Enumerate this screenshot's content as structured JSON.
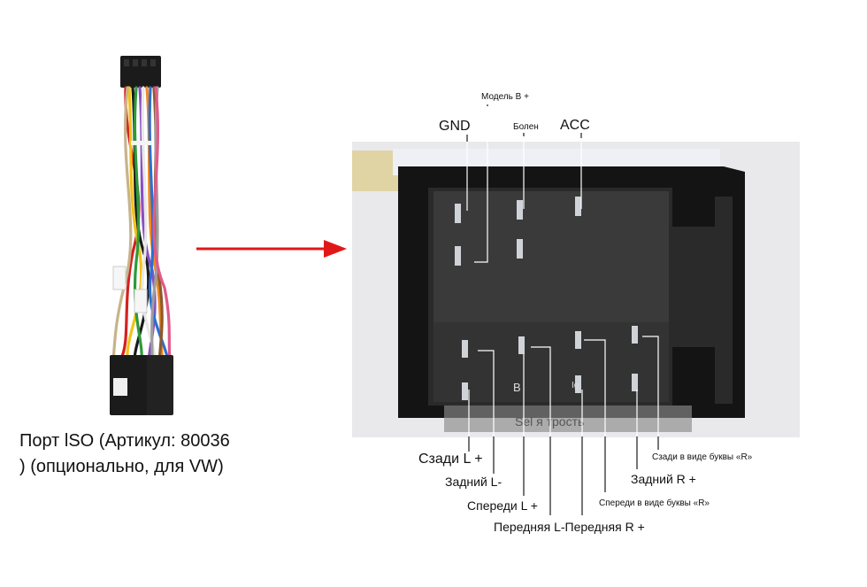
{
  "caption": {
    "line1": "Порт lSO (Артикул: 80036",
    "line2": ") (опционально, для VW)"
  },
  "connector_text": {
    "b": "B",
    "ig": "Ig",
    "sel": "Sel я трость"
  },
  "top_labels": {
    "model_b": "Модель B +",
    "gnd": "GND",
    "bolen": "Болен",
    "acc": "ACC"
  },
  "bottom_labels": {
    "rear_l_plus": "Сзади L +",
    "rear_l_minus": "Задний L-",
    "front_l_plus": "Спереди L +",
    "front_lr_plus": "Передняя L-Передняя R +",
    "front_r_shape": "Спереди в виде буквы «R»",
    "rear_r_plus": "Задний R +",
    "rear_r_shape": "Сзади в виде буквы «R»"
  },
  "colors": {
    "arrow": "#e01818",
    "connector_body": "#141414",
    "photo_bg": "#e9e9ec"
  }
}
